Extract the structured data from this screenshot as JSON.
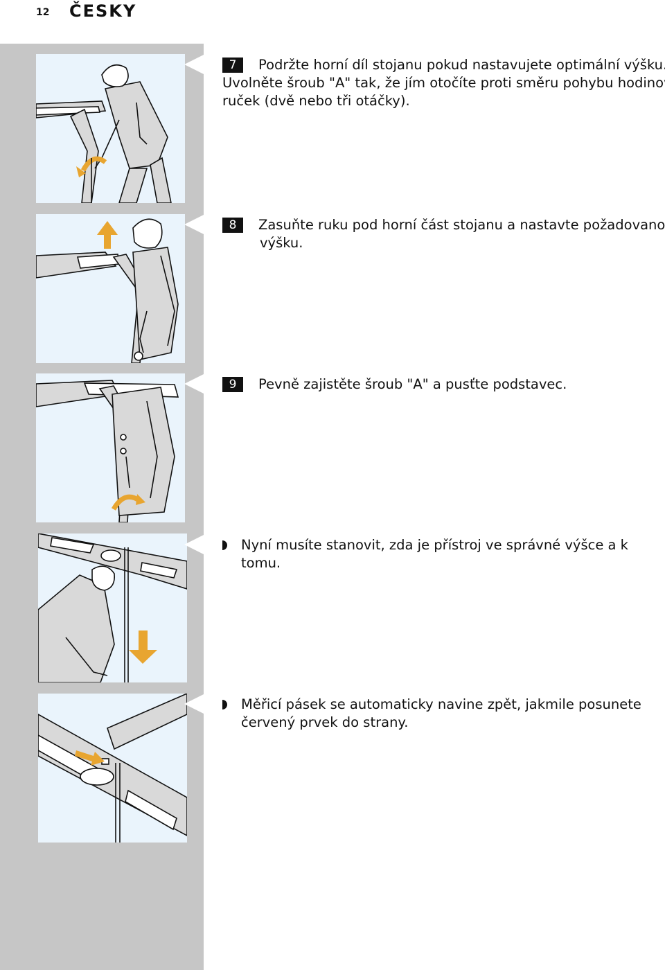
{
  "header": {
    "page_number": "12",
    "language": "ČESKY"
  },
  "steps": [
    {
      "number": "7",
      "lines": [
        "Podržte horní díl stojanu pokud nastavujete optimální výšku.",
        "Uvolněte šroub \"A\" tak, že jím otočíte proti směru pohybu hodinových",
        "ruček (dvě nebo tři otáčky)."
      ]
    },
    {
      "number": "8",
      "lines": [
        "Zasuňte ruku pod horní část stojanu a nastavte požadovanou",
        "výšku."
      ]
    },
    {
      "number": "9",
      "lines": [
        "Pevně zajistěte šroub \"A\" a pusťte podstavec."
      ]
    }
  ],
  "bullets": [
    {
      "text": "Nyní musíte stanovit, zda je přístroj ve správné výšce a k tomu."
    },
    {
      "lines": [
        "Měřicí pásek se automaticky navine zpět, jakmile posunete",
        "červený prvek do strany."
      ]
    }
  ],
  "illustrations": [
    {
      "icon": "person-loosening-screw-icon"
    },
    {
      "icon": "person-adjusting-height-icon"
    },
    {
      "icon": "person-tightening-screw-icon"
    },
    {
      "icon": "measuring-tape-pull-icon"
    },
    {
      "icon": "measuring-tape-release-icon"
    }
  ],
  "colors": {
    "sidebar": "#c6c6c6",
    "panel_background": "#eaf4fc",
    "arrow_accent": "#e8a530"
  }
}
